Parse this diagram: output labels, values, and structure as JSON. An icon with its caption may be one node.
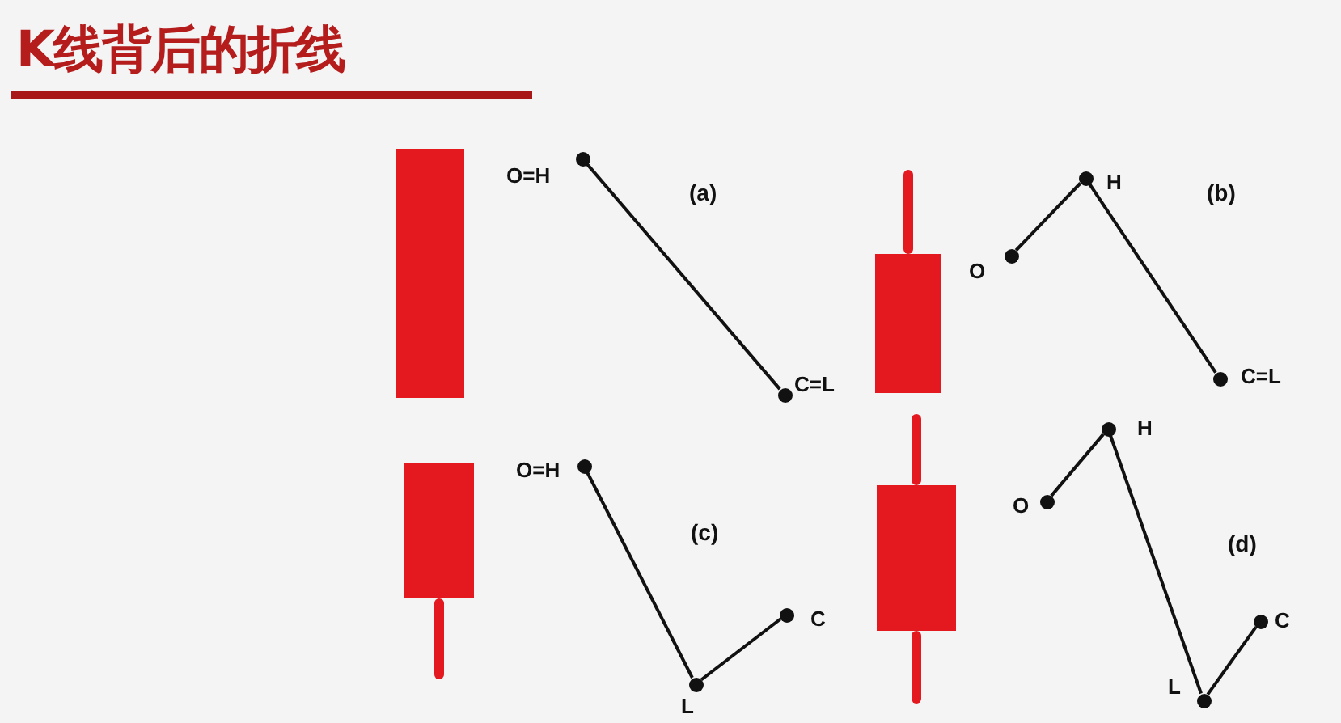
{
  "diagram": {
    "title": "K线背后的折线",
    "nodes": [
      {
        "text": [],
        "shape": "circle",
        "beside": [
          "O=H"
        ]
      },
      {
        "text": [],
        "shape": "circle",
        "beside": [
          "C=L"
        ]
      },
      {
        "text": [],
        "shape": "circle",
        "beside": [
          "O"
        ]
      },
      {
        "text": [],
        "shape": "circle",
        "beside": [
          "H"
        ]
      },
      {
        "text": [],
        "shape": "circle",
        "beside": [
          "C=L"
        ]
      },
      {
        "text": [],
        "shape": "circle",
        "beside": [
          "O=H"
        ]
      },
      {
        "text": [],
        "shape": "circle",
        "beside": [
          "L"
        ]
      },
      {
        "text": [],
        "shape": "circle",
        "beside": [
          "C"
        ]
      },
      {
        "text": [],
        "shape": "circle",
        "beside": [
          "O"
        ]
      },
      {
        "text": [],
        "shape": "circle",
        "beside": [
          "H"
        ]
      },
      {
        "text": [],
        "shape": "circle",
        "beside": [
          "L"
        ]
      },
      {
        "text": [],
        "shape": "circle",
        "beside": [
          "C"
        ]
      }
    ],
    "edges": [
      {
        "from": 0,
        "to": 1,
        "arrow": "none"
      },
      {
        "from": 2,
        "to": 3,
        "arrow": "none"
      },
      {
        "from": 3,
        "to": 4,
        "arrow": "none"
      },
      {
        "from": 5,
        "to": 6,
        "arrow": "none"
      },
      {
        "from": 6,
        "to": 7,
        "arrow": "none"
      },
      {
        "from": 8,
        "to": 9,
        "arrow": "none"
      },
      {
        "from": 9,
        "to": 10,
        "arrow": "none"
      },
      {
        "from": 10,
        "to": 11,
        "arrow": "none"
      }
    ],
    "labels": [
      "(a)",
      "(b)",
      "(c)",
      "(d)"
    ]
  }
}
